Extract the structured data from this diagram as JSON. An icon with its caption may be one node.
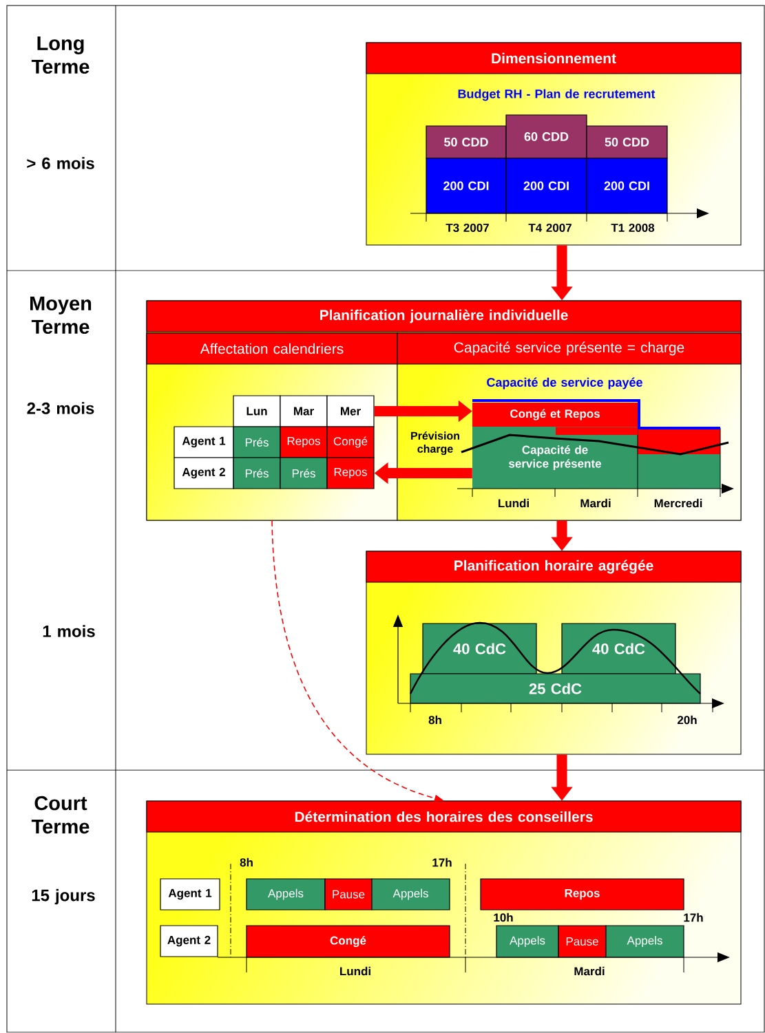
{
  "diagram": {
    "nodes": [
      {
        "text": [
          "Dimensionnement",
          "Budget RH - Plan de recrutement"
        ]
      },
      {
        "text": [
          "50 CDD"
        ],
        "in": 0
      },
      {
        "text": [
          "60 CDD"
        ],
        "in": 0
      },
      {
        "text": [
          "50 CDD"
        ],
        "in": 0
      },
      {
        "text": [
          "200 CDI"
        ],
        "in": 0
      },
      {
        "text": [
          "200 CDI"
        ],
        "in": 0
      },
      {
        "text": [
          "200 CDI"
        ],
        "in": 0
      },
      {
        "text": [
          "Planification journalière individuelle"
        ]
      },
      {
        "text": [
          "Affectation calendriers"
        ],
        "in": 7
      },
      {
        "text": [
          "Capacité service présente = charge",
          "Capacité de service payée"
        ],
        "in": 7
      },
      {
        "text": [
          "Lun"
        ],
        "in": 8
      },
      {
        "text": [
          "Mar"
        ],
        "in": 8
      },
      {
        "text": [
          "Mer"
        ],
        "in": 8
      },
      {
        "text": [
          "Agent 1"
        ],
        "in": 8
      },
      {
        "text": [
          "Prés"
        ],
        "in": 8
      },
      {
        "text": [
          "Repos"
        ],
        "in": 8
      },
      {
        "text": [
          "Congé"
        ],
        "in": 8
      },
      {
        "text": [
          "Agent 2"
        ],
        "in": 8
      },
      {
        "text": [
          "Prés"
        ],
        "in": 8
      },
      {
        "text": [
          "Prés"
        ],
        "in": 8
      },
      {
        "text": [
          "Repos"
        ],
        "in": 8
      },
      {
        "text": [
          "Congé et Repos"
        ],
        "in": 9
      },
      {
        "text": [
          "Capacité de service présente"
        ],
        "in": 9
      },
      {
        "text": [
          "Planification horaire agrégée"
        ]
      },
      {
        "text": [
          "40 CdC"
        ],
        "in": 23
      },
      {
        "text": [
          "40 CdC"
        ],
        "in": 23
      },
      {
        "text": [
          "25 CdC"
        ],
        "in": 23
      },
      {
        "text": [
          "Détermination des horaires des conseillers"
        ]
      },
      {
        "text": [
          "Agent 1"
        ],
        "in": 27
      },
      {
        "text": [
          "Appels"
        ],
        "in": 27
      },
      {
        "text": [
          "Pause"
        ],
        "in": 27
      },
      {
        "text": [
          "Appels"
        ],
        "in": 27
      },
      {
        "text": [
          "Repos"
        ],
        "in": 27
      },
      {
        "text": [
          "Agent 2"
        ],
        "in": 27
      },
      {
        "text": [
          "Congé"
        ],
        "in": 27
      },
      {
        "text": [
          "Appels"
        ],
        "in": 27
      },
      {
        "text": [
          "Pause"
        ],
        "in": 27
      },
      {
        "text": [
          "Appels"
        ],
        "in": 27
      }
    ],
    "edges": [
      {
        "from": 0,
        "to": 7,
        "arrow": "to"
      },
      {
        "from": 12,
        "to": 21,
        "arrow": "to"
      },
      {
        "from": 22,
        "to": 20,
        "arrow": "to"
      },
      {
        "from": 9,
        "to": 23,
        "arrow": "to"
      },
      {
        "from": 23,
        "to": 27,
        "arrow": "to"
      },
      {
        "from": 8,
        "to": 27,
        "arrow": "to",
        "style": "dashed"
      }
    ],
    "labels": [
      "Long Terme",
      "> 6 mois",
      "T3 2007",
      "T4 2007",
      "T1 2008",
      "Moyen Terme",
      "2-3 mois",
      "Prévision charge",
      "Lundi",
      "Mardi",
      "Mercredi",
      "1 mois",
      "8h",
      "20h",
      "Court Terme",
      "15 jours",
      "8h",
      "17h",
      "10h",
      "17h",
      "Lundi",
      "Mardi"
    ]
  }
}
